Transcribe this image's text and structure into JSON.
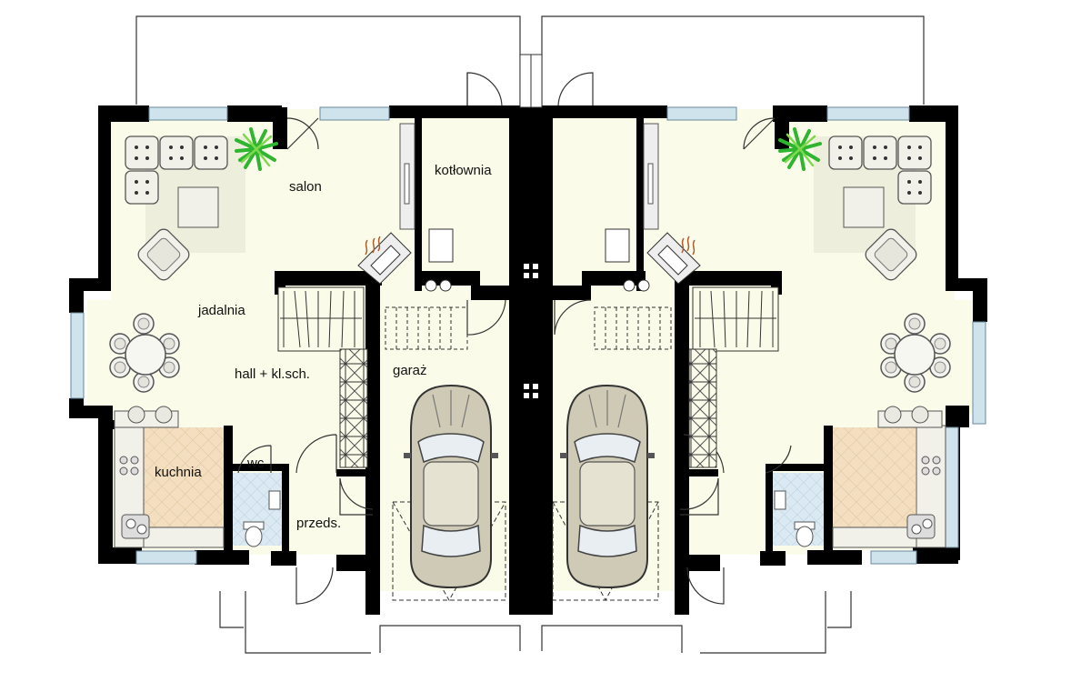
{
  "plan": {
    "rooms": {
      "salon": "salon",
      "kotlownia": "kotłownia",
      "jadalnia": "jadalnia",
      "hall": "hall + kl.sch.",
      "garaz": "garaż",
      "kuchnia": "kuchnia",
      "wc": "wc",
      "przeds": "przeds."
    },
    "colors": {
      "floor": "#fbfbe9",
      "wall": "#000000",
      "rug": "#eeeedd",
      "kitchen_floor": "#f3dfc0",
      "wc_floor": "#dbe9f2",
      "window": "#cfe3ec",
      "plant": "#2fb52f",
      "car": "#cfcab6"
    }
  }
}
